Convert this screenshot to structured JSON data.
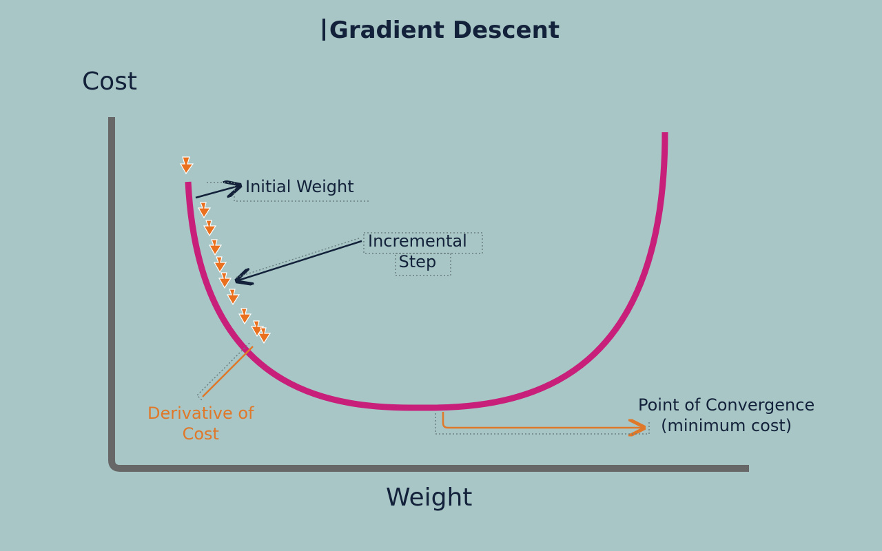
{
  "title": "Gradient Descent",
  "axes": {
    "y_label": "Cost",
    "x_label": "Weight"
  },
  "annotations": {
    "initial_weight": "Initial Weight",
    "incremental_step": [
      "Incremental",
      "Step"
    ],
    "derivative": [
      "Derivative of",
      "Cost"
    ],
    "convergence": [
      "Point of Convergence",
      "(minimum cost)"
    ]
  },
  "colors": {
    "background": "#a7c6c5",
    "curve": "#c81f7a",
    "axes": "#676767",
    "text": "#13223a",
    "step_arrow": "#e0782a"
  },
  "icons": {
    "step": "orange-down-arrow-icon"
  }
}
